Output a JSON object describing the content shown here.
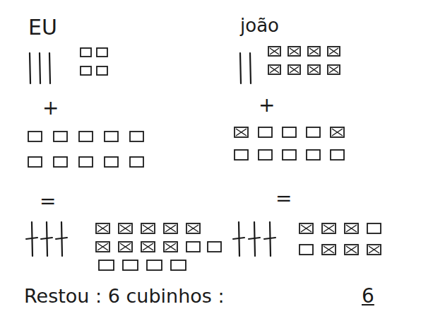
{
  "diagram": {
    "labels": [
      "EU",
      "joão",
      "+",
      "+",
      "=",
      "=",
      "Restou : 6 cubinhos :",
      "6"
    ]
  }
}
